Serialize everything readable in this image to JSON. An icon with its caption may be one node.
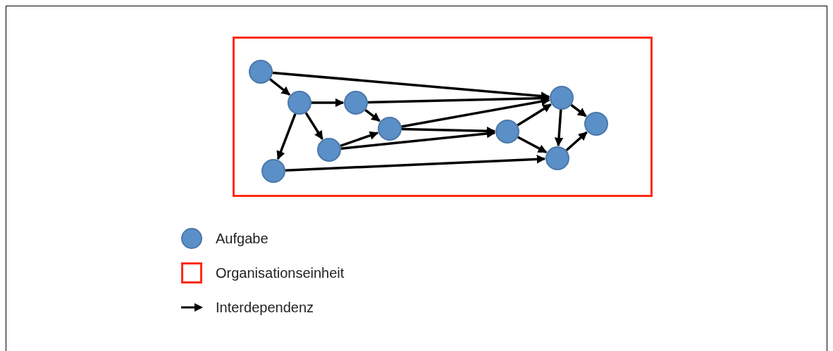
{
  "diagram": {
    "nodes": [
      {
        "text": [],
        "shape": "box"
      },
      {
        "text": [],
        "shape": "circle",
        "in": 0
      },
      {
        "text": [],
        "shape": "circle",
        "in": 0
      },
      {
        "text": [],
        "shape": "circle",
        "in": 0
      },
      {
        "text": [],
        "shape": "circle",
        "in": 0
      },
      {
        "text": [],
        "shape": "circle",
        "in": 0
      },
      {
        "text": [],
        "shape": "circle",
        "in": 0
      },
      {
        "text": [],
        "shape": "circle",
        "in": 0
      },
      {
        "text": [],
        "shape": "circle",
        "in": 0
      },
      {
        "text": [],
        "shape": "circle",
        "in": 0
      },
      {
        "text": [],
        "shape": "circle",
        "in": 0
      }
    ],
    "edges": [
      {
        "from": 1,
        "to": 2,
        "arrow": "to"
      },
      {
        "from": 1,
        "to": 7,
        "arrow": "to"
      },
      {
        "from": 2,
        "to": 3,
        "arrow": "to"
      },
      {
        "from": 2,
        "to": 5,
        "arrow": "to"
      },
      {
        "from": 2,
        "to": 6,
        "arrow": "to"
      },
      {
        "from": 3,
        "to": 7,
        "arrow": "to"
      },
      {
        "from": 3,
        "to": 4,
        "arrow": "to"
      },
      {
        "from": 5,
        "to": 4,
        "arrow": "to"
      },
      {
        "from": 5,
        "to": 8,
        "arrow": "to"
      },
      {
        "from": 4,
        "to": 8,
        "arrow": "to"
      },
      {
        "from": 4,
        "to": 7,
        "arrow": "to"
      },
      {
        "from": 6,
        "to": 9,
        "arrow": "to"
      },
      {
        "from": 8,
        "to": 7,
        "arrow": "to"
      },
      {
        "from": 8,
        "to": 9,
        "arrow": "to"
      },
      {
        "from": 7,
        "to": 9,
        "arrow": "to"
      },
      {
        "from": 7,
        "to": 10,
        "arrow": "to"
      },
      {
        "from": 9,
        "to": 10,
        "arrow": "to"
      }
    ],
    "legend": [
      {
        "text": "Aufgabe"
      },
      {
        "text": "Organisationseinheit"
      },
      {
        "text": "Interdependenz"
      }
    ]
  }
}
